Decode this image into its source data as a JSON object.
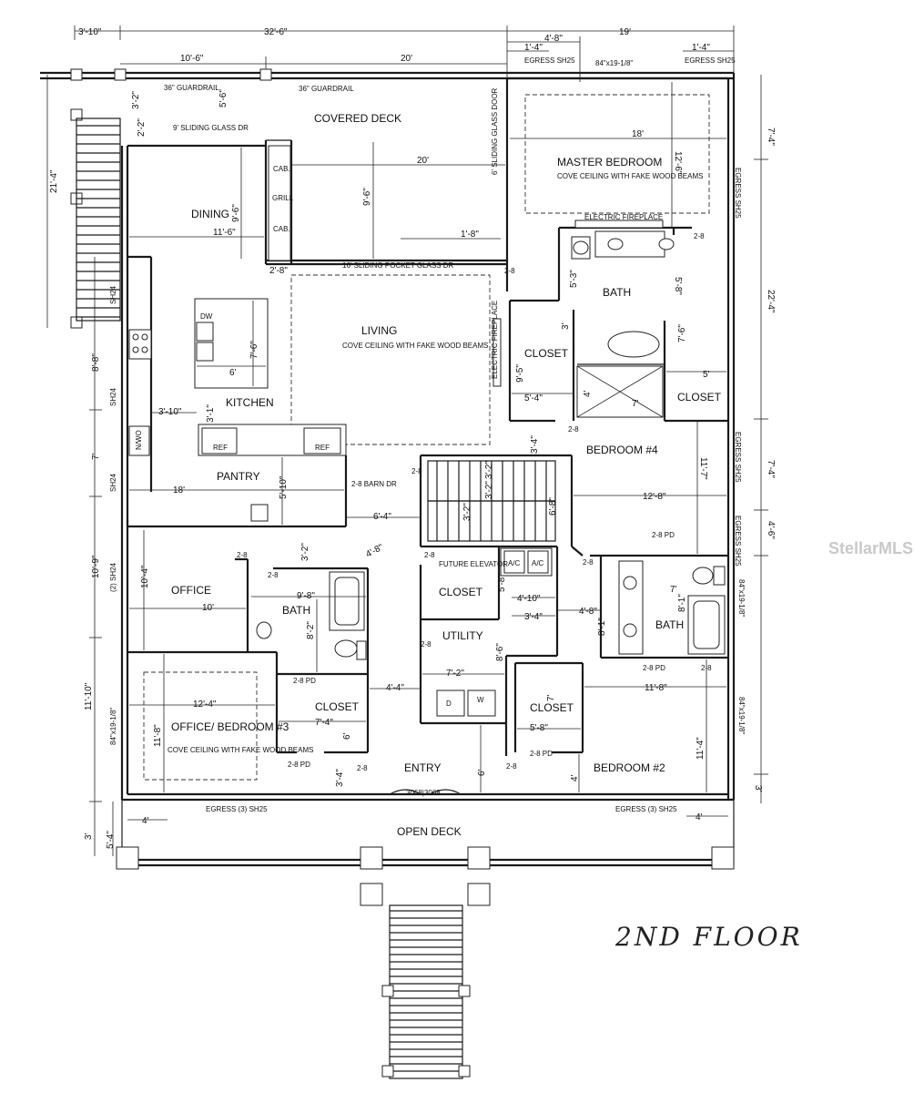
{
  "title": "2ND FLOOR",
  "watermark": "StellarMLS",
  "rooms": {
    "covered_deck": "COVERED DECK",
    "master_bedroom": "MASTER BEDROOM",
    "master_note": "COVE CEILING WITH FAKE WOOD BEAMS",
    "dining": "DINING",
    "living": "LIVING",
    "living_note": "COVE CEILING WITH FAKE WOOD BEAMS",
    "kitchen": "KITCHEN",
    "pantry": "PANTRY",
    "master_bath": "BATH",
    "closet_master_left": "CLOSET",
    "closet_master_right": "CLOSET",
    "bedroom4": "BEDROOM #4",
    "office": "OFFICE",
    "bath_office": "BATH",
    "closet_office": "CLOSET",
    "office_bedroom3": "OFFICE/ BEDROOM #3",
    "bedroom3_note": "COVE CEILING WITH FAKE WOOD BEAMS",
    "closet_elevator": "CLOSET",
    "utility": "UTILITY",
    "bath_bed4": "BATH",
    "closet_bed2": "CLOSET",
    "bedroom2": "BEDROOM #2",
    "entry": "ENTRY",
    "open_deck": "OPEN DECK"
  },
  "notes": {
    "guardrail1": "36\" GUARDRAIL",
    "guardrail2": "36\" GUARDRAIL",
    "sliding_glass_9": "9' SLIDING GLASS DR",
    "sliding_glass_6": "6' SLIDING GLASS DOOR",
    "pocket_glass": "16' SLIDING POCKET GLASS DR",
    "electric_fireplace_master": "ELECTRIC FIREPLACE",
    "electric_fireplace_living": "ELECTRIC FIREPLACE",
    "cab1": "CAB.",
    "grill": "GRILL",
    "cab2": "CAB.",
    "dw": "DW",
    "ref1": "REF",
    "ref2": "REF",
    "barn_door": "2-8 BARN DR",
    "future_elevator": "FUTURE ELEVATOR",
    "ac1": "A/C",
    "ac2": "A/C",
    "nwo": "N/WO",
    "d": "D",
    "w": "W",
    "entry_door": "3068|3068",
    "egress_top_left": "EGRESS SH25",
    "window_top_mid": "84\"x19-1/8\"",
    "egress_top_right": "EGRESS SH25",
    "egress_right1": "EGRESS SH25",
    "egress_right2": "EGRESS SH25",
    "egress_right3": "EGRESS SH25",
    "window_right1": "84\"x19-1/8\"",
    "window_right2": "84\"x19-1/8\"",
    "window_left": "84\"x19-1/8\"",
    "egress_bottom_left": "EGRESS (3) SH25",
    "egress_bottom_right": "EGRESS (3) SH25",
    "sh24_a": "SH24",
    "sh24_b": "SH24",
    "sh24_c": "SH24",
    "sh24_d": "(2) SH24",
    "pd1": "2-8 PD",
    "pd2": "2-8 PD",
    "pd3": "2-8 PD",
    "pd4": "2-8 PD",
    "pd5": "2-8 PD",
    "door_28_a": "2-8",
    "door_28_b": "2-8",
    "door_28_c": "2-8",
    "door_28_d": "2-8",
    "door_28_e": "2-8",
    "door_28_f": "2-8",
    "door_28_g": "2-8",
    "door_28_h": "2-8",
    "door_28_i": "2-8",
    "door_28_j": "2-8",
    "door_28_k": "2-8",
    "door_28_l": "2-8",
    "door_28_m": "2-8"
  },
  "dimensions": {
    "top_3_10": "3'-10\"",
    "top_32_6": "32'-6\"",
    "top_4_8": "4'-8\"",
    "top_19": "19'",
    "top_1_4a": "1'-4\"",
    "top_1_4b": "1'-4\"",
    "top_10_6": "10'-6\"",
    "top_20": "20'",
    "d_3_2": "3'-2\"",
    "d_5_6": "5'-6\"",
    "d_2_2": "2'-2\"",
    "left_21_4": "21'-4\"",
    "left_8_8": "8'-8\"",
    "left_7": "7'",
    "left_10_9": "10'-9\"",
    "left_11_10": "11'-10\"",
    "left_3": "3'",
    "left_5_4": "5'-4\"",
    "right_7_4a": "7'-4\"",
    "right_22_4": "22'-4\"",
    "right_7_4b": "7'-4\"",
    "right_4_6": "4'-6\"",
    "right_11_4": "11'-4\"",
    "right_3": "3'",
    "master_18": "18'",
    "master_12_6": "12'-6\"",
    "deck_20": "20'",
    "deck_9_6": "9'-6\"",
    "dining_9_6": "9'-6\"",
    "dining_11_6": "11'-6\"",
    "d_1_8": "1'-8\"",
    "d_2_8": "2'-8\"",
    "bath_5_3": "5'-3\"",
    "bath_5_8": "5'-8\"",
    "closet_9_5": "9'-5\"",
    "closet_3": "3'",
    "closet_5_4": "5'-4\"",
    "closet_4": "4'",
    "closet_7": "7'",
    "closet_7_6": "7'-6\"",
    "closet_5": "5'",
    "kitchen_6": "6'",
    "kitchen_7_6": "7'-6\"",
    "kitchen_3_10": "3'-10\"",
    "kitchen_3_1": "3'-1\"",
    "pantry_18": "18'",
    "pantry_5_10": "5'-10\"",
    "d_6_4": "6'-4\"",
    "d_3_4a": "3'-4\"",
    "bed4_11_7": "11'-7\"",
    "bed4_12_8": "12'-8\"",
    "stair_3_2a": "3'-2\"",
    "stair_3_2b": "3'-2\"",
    "stair_3_2c": "3'-2\"",
    "stair_6_8": "6'-8\"",
    "d_4_8": "4'-8\"",
    "d_3_2b": "3'-2\"",
    "office_10_4": "10'-4\"",
    "office_10": "10'",
    "bath_9_8": "9'-8\"",
    "bath_8_2": "8'-2\"",
    "elev_5_8": "5'-8\"",
    "elev_4_10": "4'-10\"",
    "elev_3_4": "3'-4\"",
    "bath2_4_8": "4'-8\"",
    "bath2_8_1a": "8'-1\"",
    "bath2_8_1b": "8'-1\"",
    "bath2_7": "7'",
    "bed3_12_4": "12'-4\"",
    "bed3_11_8": "11'-8\"",
    "closet2_7_4": "7'-4\"",
    "closet2_6": "6'",
    "d_3_4b": "3'-4\"",
    "d_4_4": "4'-4\"",
    "util_7_2": "7'-2\"",
    "util_8_6": "8'-6\"",
    "entry_6": "6'",
    "closet3_7": "7'",
    "closet3_5_8": "5'-8\"",
    "bed2_11_8": "11'-8\"",
    "bed2_4": "4'",
    "bottom_4a": "4'",
    "bottom_4b": "4'"
  }
}
